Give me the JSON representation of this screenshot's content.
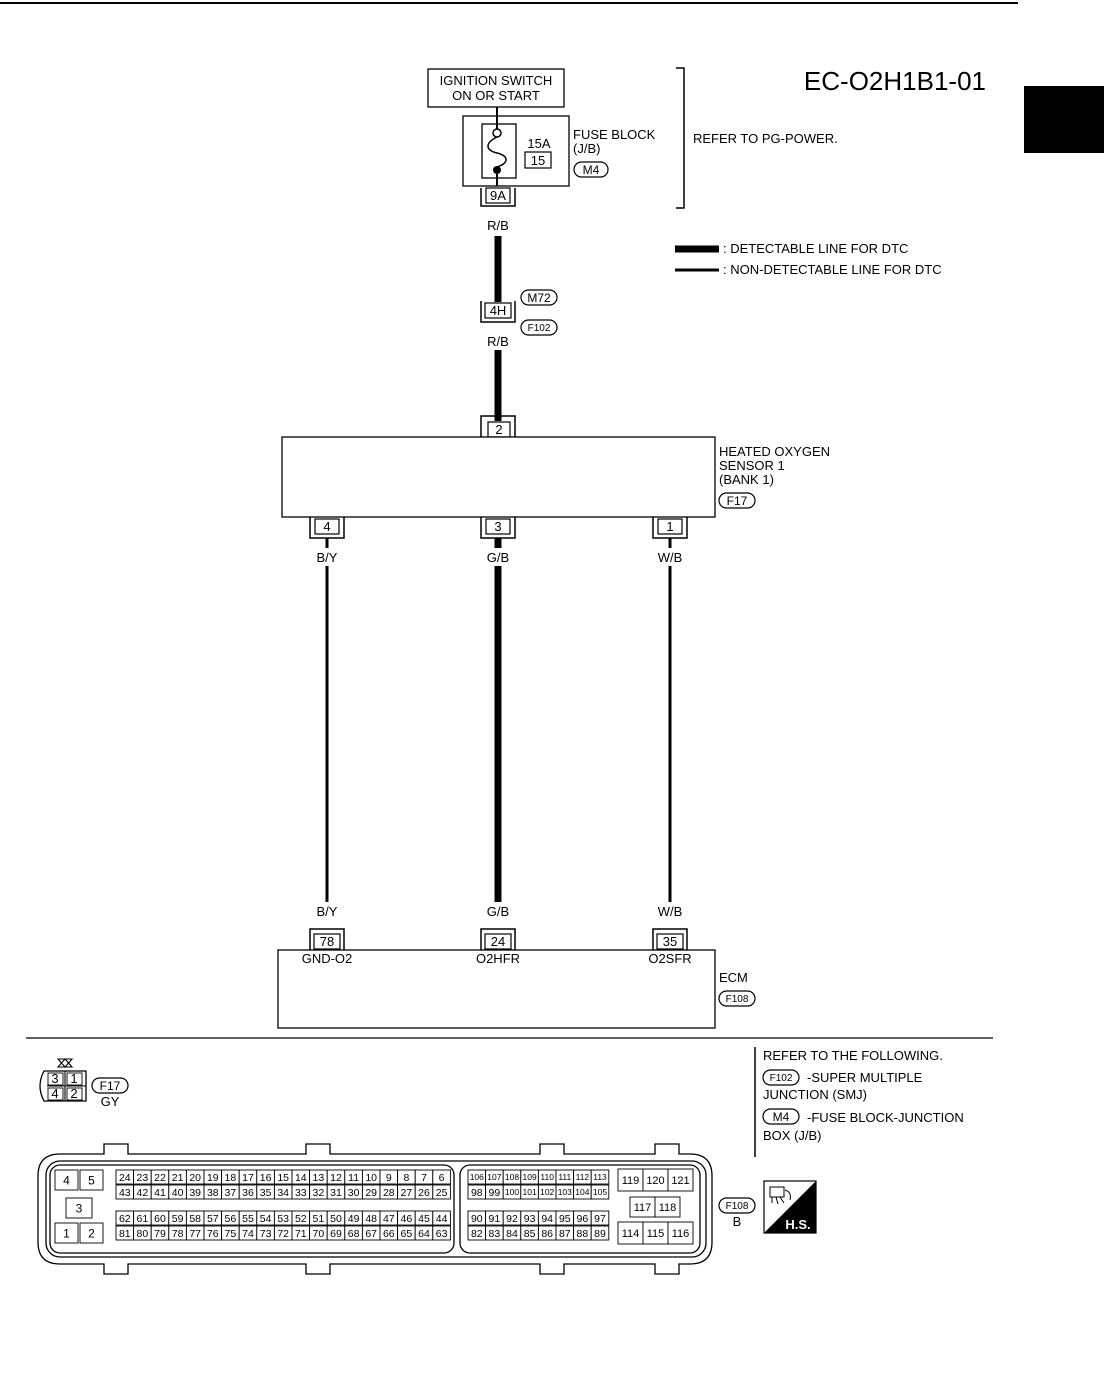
{
  "diagram": {
    "code": "EC-O2H1B1-01",
    "ignition_switch": [
      "IGNITION SWITCH",
      "ON OR START"
    ],
    "fuse_block": {
      "label": [
        "FUSE BLOCK",
        "(J/B)"
      ],
      "amperage": "15A",
      "fuse_number": "15",
      "connector": "M4",
      "terminal": "9A"
    },
    "refer_power": "REFER TO PG-POWER.",
    "legend": {
      "detectable": ": DETECTABLE LINE FOR DTC",
      "non_detectable": ": NON-DETECTABLE LINE FOR DTC"
    },
    "wire_top": "R/B",
    "joint": {
      "terminal": "4H",
      "connector_top": "M72",
      "connector_bottom": "F102",
      "wire": "R/B"
    },
    "sensor": {
      "name": [
        "HEATED OXYGEN",
        "SENSOR 1",
        "(BANK 1)"
      ],
      "connector": "F17",
      "top_terminal": "2",
      "bottom_terminals": [
        "4",
        "3",
        "1"
      ],
      "wires": [
        "B/Y",
        "G/B",
        "W/B"
      ]
    },
    "ecm": {
      "name": "ECM",
      "connector": "F108",
      "wires": [
        "B/Y",
        "G/B",
        "W/B"
      ],
      "terminals": [
        "78",
        "24",
        "35"
      ],
      "pin_names": [
        "GND-O2",
        "O2HFR",
        "O2SFR"
      ]
    }
  },
  "connectors": {
    "refer_heading": "REFER TO THE FOLLOWING.",
    "refs": [
      {
        "connector": "F102",
        "text": [
          "-SUPER MULTIPLE",
          "JUNCTION (SMJ)"
        ]
      },
      {
        "connector": "M4",
        "text": [
          "-FUSE BLOCK-JUNCTION",
          "BOX (J/B)"
        ]
      }
    ],
    "f17": {
      "id": "F17",
      "color": "GY",
      "pins": [
        "3",
        "1",
        "4",
        "2"
      ]
    },
    "f108": {
      "id": "F108",
      "color": "B",
      "block1": {
        "top": [
          "4",
          "5"
        ],
        "middle": "3",
        "bottom": [
          "1",
          "2"
        ]
      },
      "row1": [
        "24",
        "23",
        "22",
        "21",
        "20",
        "19",
        "18",
        "17",
        "16",
        "15",
        "14",
        "13",
        "12",
        "11",
        "10",
        "9",
        "8",
        "7",
        "6"
      ],
      "row2": [
        "43",
        "42",
        "41",
        "40",
        "39",
        "38",
        "37",
        "36",
        "35",
        "34",
        "33",
        "32",
        "31",
        "30",
        "29",
        "28",
        "27",
        "26",
        "25"
      ],
      "row3": [
        "62",
        "61",
        "60",
        "59",
        "58",
        "57",
        "56",
        "55",
        "54",
        "53",
        "52",
        "51",
        "50",
        "49",
        "48",
        "47",
        "46",
        "45",
        "44"
      ],
      "row4": [
        "81",
        "80",
        "79",
        "78",
        "77",
        "76",
        "75",
        "74",
        "73",
        "72",
        "71",
        "70",
        "69",
        "68",
        "67",
        "66",
        "65",
        "64",
        "63"
      ],
      "row5": [
        "106",
        "107",
        "108",
        "109",
        "110",
        "111",
        "112",
        "113"
      ],
      "row6": [
        "98",
        "99",
        "100",
        "101",
        "102",
        "103",
        "104",
        "105"
      ],
      "row7": [
        "90",
        "91",
        "92",
        "93",
        "94",
        "95",
        "96",
        "97"
      ],
      "row8": [
        "82",
        "83",
        "84",
        "85",
        "86",
        "87",
        "88",
        "89"
      ],
      "block4": {
        "top": [
          "119",
          "120",
          "121"
        ],
        "middle": [
          "117",
          "118"
        ],
        "bottom": [
          "114",
          "115",
          "116"
        ]
      }
    },
    "hs_badge": "H.S."
  }
}
